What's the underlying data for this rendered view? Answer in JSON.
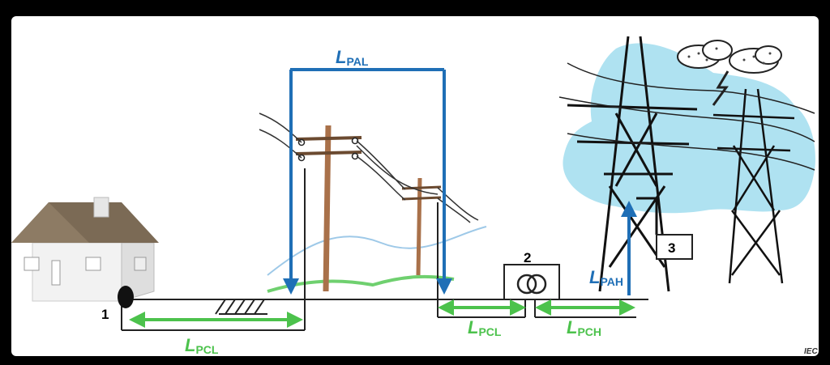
{
  "labels": {
    "lpal": {
      "main": "L",
      "sub": "PAL"
    },
    "lpcl_left": {
      "main": "L",
      "sub": "PCL"
    },
    "lpcl_mid": {
      "main": "L",
      "sub": "PCL"
    },
    "lpch": {
      "main": "L",
      "sub": "PCH"
    },
    "lpah": {
      "main": "L",
      "sub": "PAH"
    }
  },
  "markers": {
    "one": "1",
    "two": "2",
    "three": "3"
  },
  "credit": "IEC",
  "colors": {
    "blue": "#1f6fb6",
    "green": "#4cc24c",
    "sky": "#a6dff0",
    "pole": "#a9714a",
    "roof": "#7b6a55"
  }
}
